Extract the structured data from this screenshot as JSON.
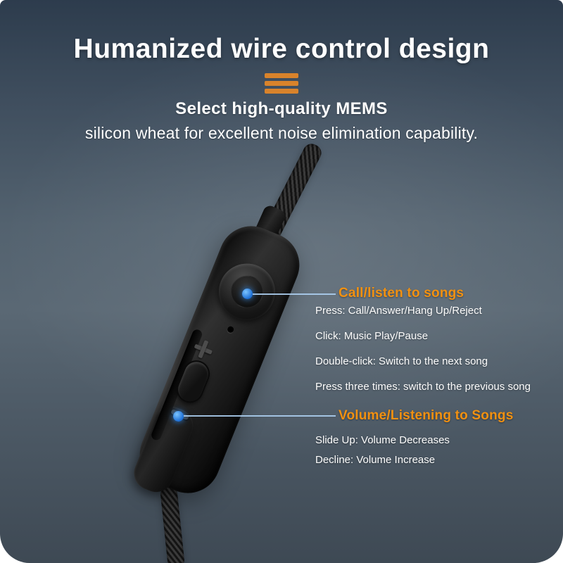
{
  "header": {
    "title": "Humanized wire control design",
    "subtitle_line1": "Select high-quality MEMS",
    "subtitle_line2": "silicon wheat for excellent noise elimination capability."
  },
  "annotations": {
    "call": {
      "label": "Call/listen to songs",
      "lines": [
        "Press: Call/Answer/Hang Up/Reject",
        "Click: Music Play/Pause",
        "Double-click: Switch to the next song",
        "Press three times: switch to the previous song"
      ]
    },
    "volume": {
      "label": "Volume/Listening to Songs",
      "lines": [
        "Slide Up: Volume Decreases",
        "Decline: Volume Increase"
      ]
    }
  },
  "icons": {
    "divider": "orange-menu-bars",
    "callout_marker": "blue-dot",
    "volume_up": "plus",
    "volume_down": "minus"
  },
  "colors": {
    "accent_orange": "#F29111",
    "callout_blue": "#2F8FE8",
    "text_white": "#FFFFFF",
    "background_top": "#2D3C4D",
    "background_mid": "#5A6874",
    "background_bottom": "#3E4954"
  }
}
